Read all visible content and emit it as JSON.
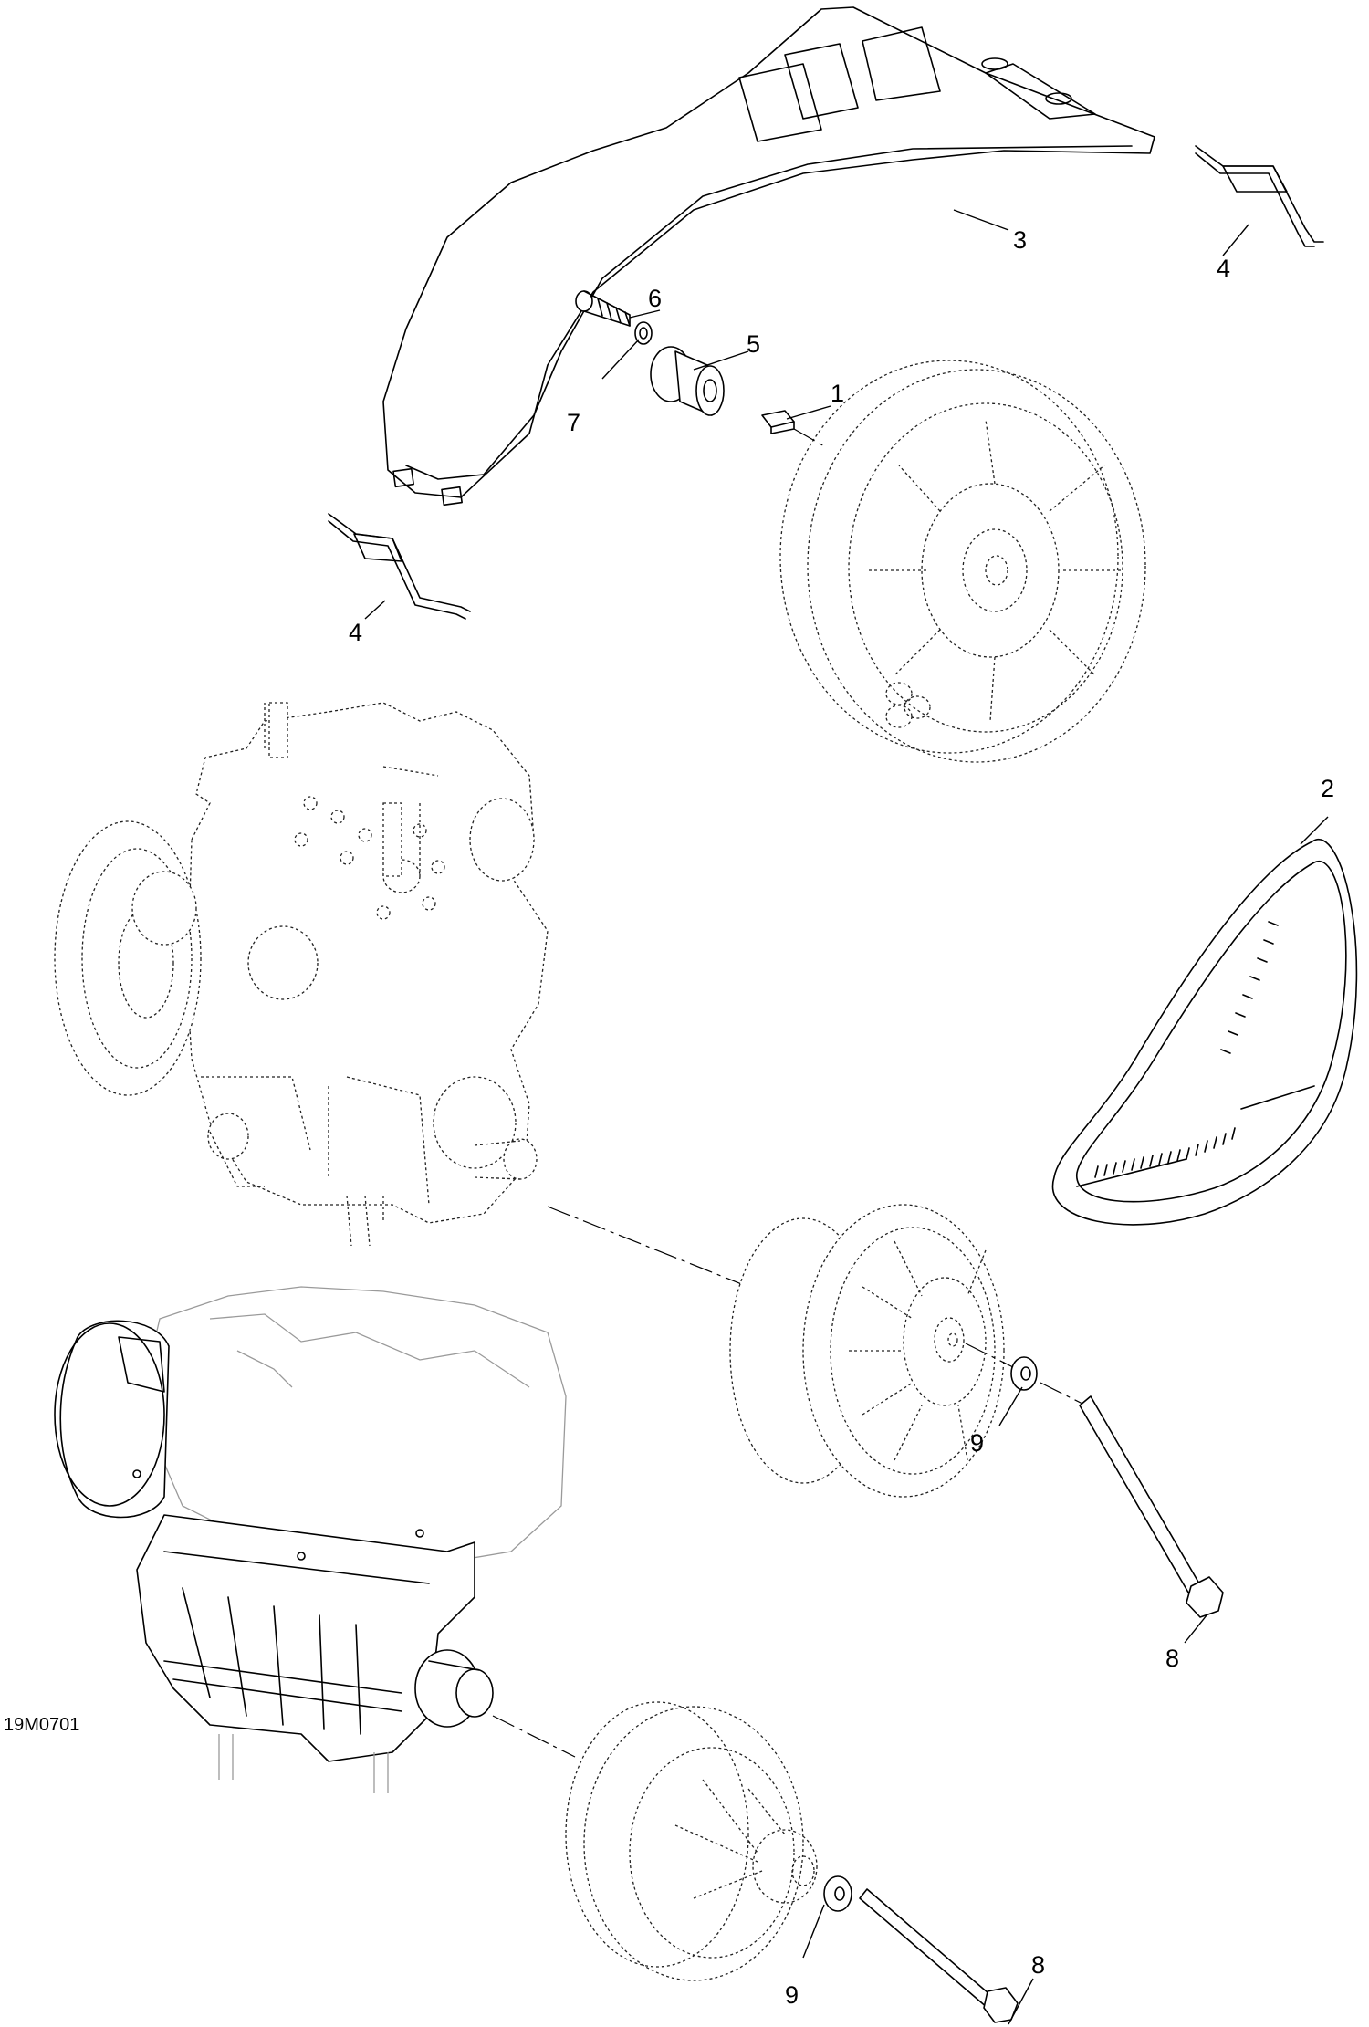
{
  "diagram": {
    "drawing_code": "19M0701",
    "callouts": [
      {
        "id": "1",
        "text": "1"
      },
      {
        "id": "2",
        "text": "2"
      },
      {
        "id": "3",
        "text": "3"
      },
      {
        "id": "4a",
        "text": "4"
      },
      {
        "id": "4b",
        "text": "4"
      },
      {
        "id": "5",
        "text": "5"
      },
      {
        "id": "6",
        "text": "6"
      },
      {
        "id": "7",
        "text": "7"
      },
      {
        "id": "8a",
        "text": "8"
      },
      {
        "id": "8b",
        "text": "8"
      },
      {
        "id": "9a",
        "text": "9"
      },
      {
        "id": "9b",
        "text": "9"
      }
    ]
  }
}
